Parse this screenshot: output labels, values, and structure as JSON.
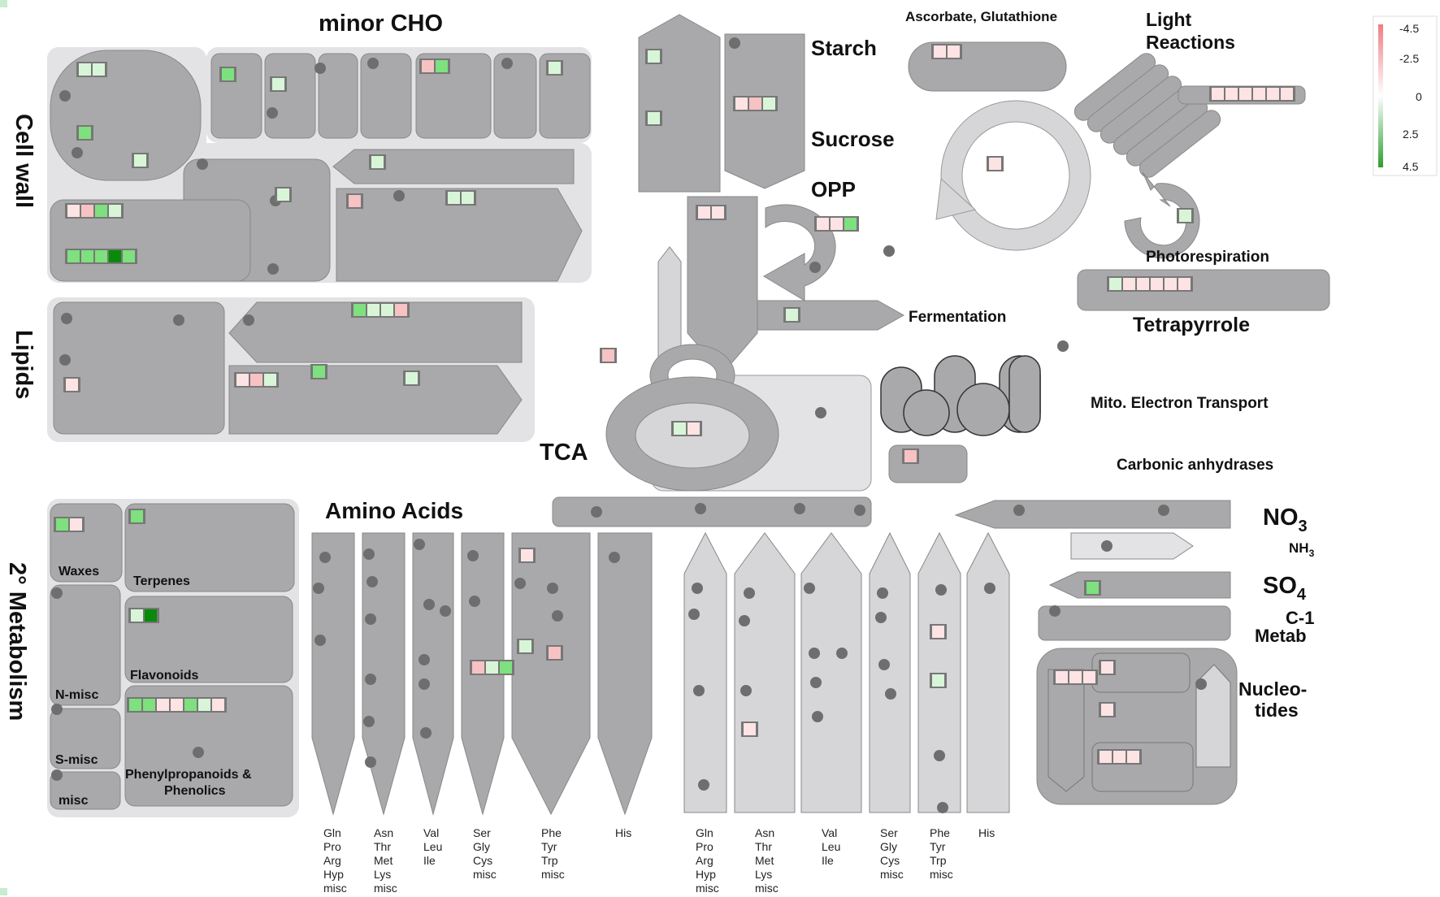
{
  "legend": {
    "ticks": [
      "-4.5",
      "-2.5",
      "0",
      "2.5",
      "4.5"
    ],
    "colors": {
      "up": "#f07c82",
      "neutral": "#ffffff",
      "down": "#2e9e2e"
    }
  },
  "colors": {
    "region_bg": "#e3e3e6",
    "block": "#a9a9ab",
    "block_light": "#d6d6d8",
    "dot": "#6e6e6e",
    "cell_dark_green": "#0a8a0a",
    "cell_green": "#7ee07e",
    "cell_pale_green": "#d8f5d8",
    "cell_pink": "#f6c2c4",
    "cell_pale_pink": "#fde3e4"
  },
  "labels": {
    "minor_cho": "minor CHO",
    "cell_wall": "Cell wall",
    "lipids": "Lipids",
    "secondary_metabolism": "2° Metabolism",
    "starch": "Starch",
    "sucrose": "Sucrose",
    "opp": "OPP",
    "fermentation": "Fermentation",
    "tca": "TCA",
    "ascorbate": "Ascorbate, Glutathione",
    "light_reactions_1": "Light",
    "light_reactions_2": "Reactions",
    "photorespiration": "Photorespiration",
    "tetrapyrrole": "Tetrapyrrole",
    "mito_electron": "Mito. Electron Transport",
    "carbonic": "Carbonic anhydrases",
    "amino_acids": "Amino Acids",
    "no3": "NO",
    "no3_sub": "3",
    "nh3": "NH",
    "nh3_sub": "3",
    "so4": "SO",
    "so4_sub": "4",
    "c1_1": "C-1",
    "c1_2": "Metab",
    "nucleo_1": "Nucleo-",
    "nucleo_2": "tides",
    "waxes": "Waxes",
    "terpenes": "Terpenes",
    "flavonoids": "Flavonoids",
    "n_misc": "N-misc",
    "s_misc": "S-misc",
    "misc": "misc",
    "phenyl_1": "Phenylpropanoids &",
    "phenyl_2": "Phenolics"
  },
  "amino_acid_groups": [
    [
      "Gln",
      "Pro",
      "Arg",
      "Hyp",
      "misc"
    ],
    [
      "Asn",
      "Thr",
      "Met",
      "Lys",
      "misc"
    ],
    [
      "Val",
      "Leu",
      "Ile"
    ],
    [
      "Ser",
      "Gly",
      "Cys",
      "misc"
    ],
    [
      "Phe",
      "Tyr",
      "Trp",
      "misc"
    ],
    [
      "His"
    ],
    [
      "Gln",
      "Pro",
      "Arg",
      "Hyp",
      "misc"
    ],
    [
      "Asn",
      "Thr",
      "Met",
      "Lys",
      "misc"
    ],
    [
      "Val",
      "Leu",
      "Ile"
    ],
    [
      "Ser",
      "Gly",
      "Cys",
      "misc"
    ],
    [
      "Phe",
      "Tyr",
      "Trp",
      "misc"
    ],
    [
      "His"
    ]
  ],
  "value_boxes": [
    {
      "name": "cell-wall-top",
      "cells": [
        "pg",
        "pg"
      ]
    },
    {
      "name": "cell-wall-mid",
      "cells": [
        "g"
      ]
    },
    {
      "name": "cell-wall-low",
      "cells": [
        "pg"
      ]
    },
    {
      "name": "cell-wall-row1",
      "cells": [
        "pp",
        "pk",
        "g",
        "pg"
      ]
    },
    {
      "name": "cell-wall-row2",
      "cells": [
        "g",
        "g",
        "g",
        "dg",
        "g"
      ]
    },
    {
      "name": "minor-cho-1",
      "cells": [
        "g"
      ]
    },
    {
      "name": "minor-cho-2",
      "cells": [
        "pg"
      ]
    },
    {
      "name": "minor-cho-3",
      "cells": [
        "pk",
        "g"
      ]
    },
    {
      "name": "minor-cho-4",
      "cells": [
        "pg"
      ]
    },
    {
      "name": "minor-cho-5",
      "cells": [
        "pg"
      ]
    },
    {
      "name": "minor-cho-6",
      "cells": [
        "pg"
      ]
    },
    {
      "name": "minor-cho-7",
      "cells": [
        "pk"
      ]
    },
    {
      "name": "minor-cho-8",
      "cells": [
        "pg",
        "pg"
      ]
    },
    {
      "name": "lipids-1",
      "cells": [
        "g",
        "pg",
        "pg",
        "pk"
      ]
    },
    {
      "name": "lipids-2",
      "cells": [
        "pp"
      ]
    },
    {
      "name": "lipids-3",
      "cells": [
        "pp",
        "pk",
        "pg"
      ]
    },
    {
      "name": "lipids-4",
      "cells": [
        "g"
      ]
    },
    {
      "name": "lipids-5",
      "cells": [
        "pg"
      ]
    },
    {
      "name": "starch-1",
      "cells": [
        "pg"
      ]
    },
    {
      "name": "starch-2",
      "cells": [
        "pg"
      ]
    },
    {
      "name": "sucrose-1",
      "cells": [
        "pp",
        "pk",
        "pg"
      ]
    },
    {
      "name": "ascorbate-1",
      "cells": [
        "pp",
        "pp"
      ]
    },
    {
      "name": "light-reactions-1",
      "cells": [
        "pp",
        "pp",
        "pp",
        "pp",
        "pp",
        "pp"
      ]
    },
    {
      "name": "calvin-1",
      "cells": [
        "pp"
      ]
    },
    {
      "name": "photorespiration-1",
      "cells": [
        "pg"
      ]
    },
    {
      "name": "tetrapyrrole-1",
      "cells": [
        "pg",
        "pp",
        "pp",
        "pp",
        "pp",
        "pp"
      ]
    },
    {
      "name": "opp-1",
      "cells": [
        "pp",
        "pp"
      ]
    },
    {
      "name": "opp-2",
      "cells": [
        "pp",
        "pp",
        "g"
      ]
    },
    {
      "name": "fermentation-1",
      "cells": [
        "pg"
      ]
    },
    {
      "name": "tca-ring-1",
      "cells": [
        "pk"
      ]
    },
    {
      "name": "tca-1",
      "cells": [
        "pg",
        "pp"
      ]
    },
    {
      "name": "carbonic-1",
      "cells": [
        "pk"
      ]
    },
    {
      "name": "waxes-1",
      "cells": [
        "g",
        "pp"
      ]
    },
    {
      "name": "terpenes-1",
      "cells": [
        "g"
      ]
    },
    {
      "name": "flavonoids-1",
      "cells": [
        "pg",
        "dg"
      ]
    },
    {
      "name": "phenyl-1",
      "cells": [
        "g",
        "g",
        "pp",
        "pp",
        "g",
        "pg",
        "pp"
      ]
    },
    {
      "name": "aa-ser-1",
      "cells": [
        "pk",
        "pg",
        "g"
      ]
    },
    {
      "name": "aa-phe-1",
      "cells": [
        "pp"
      ]
    },
    {
      "name": "aa-phe-2",
      "cells": [
        "pg"
      ]
    },
    {
      "name": "aa-phe-3",
      "cells": [
        "pk"
      ]
    },
    {
      "name": "aa-asn-2",
      "cells": [
        "pp"
      ]
    },
    {
      "name": "aa-phe2-1",
      "cells": [
        "pp"
      ]
    },
    {
      "name": "aa-phe2-2",
      "cells": [
        "pg"
      ]
    },
    {
      "name": "so4-1",
      "cells": [
        "g"
      ]
    },
    {
      "name": "nucleotides-1",
      "cells": [
        "pp",
        "pp",
        "pp"
      ]
    },
    {
      "name": "nucleotides-2",
      "cells": [
        "pp"
      ]
    },
    {
      "name": "nucleotides-3",
      "cells": [
        "pp"
      ]
    },
    {
      "name": "nucleotides-4",
      "cells": [
        "pp",
        "pp",
        "pp"
      ]
    }
  ]
}
